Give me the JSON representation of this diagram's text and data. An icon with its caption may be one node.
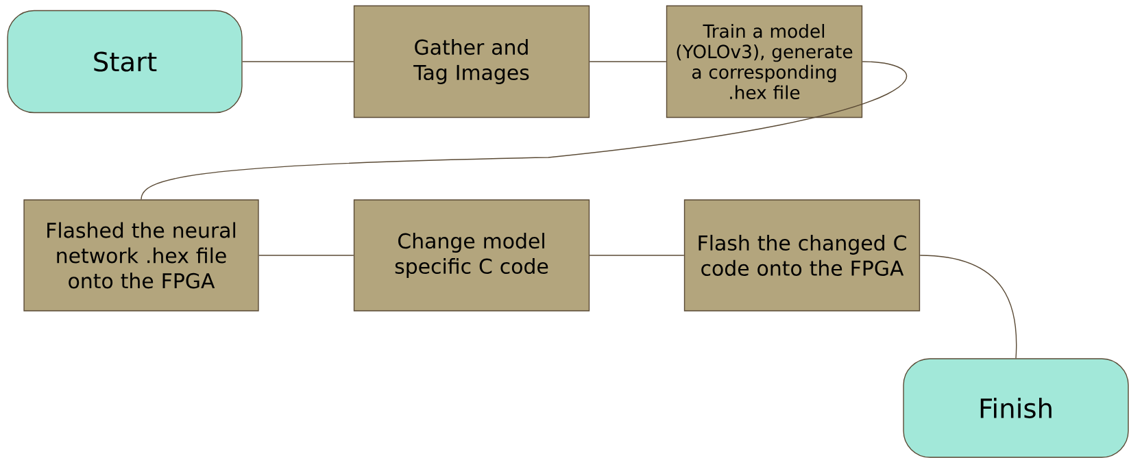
{
  "diagram": {
    "nodes": [
      {
        "text": [
          "Start"
        ]
      },
      {
        "text": [
          "Gather and Tag Images"
        ]
      },
      {
        "text": [
          "Train a model (YOLOv3), generate a corresponding .hex file"
        ]
      },
      {
        "text": [
          "Flashed the neural network .hex file onto the FPGA"
        ]
      },
      {
        "text": [
          "Change model specific C code"
        ]
      },
      {
        "text": [
          "Flash the changed C code onto the FPGA"
        ]
      },
      {
        "text": [
          "Finish"
        ]
      }
    ],
    "edges": [
      {
        "from": 0,
        "to": 1,
        "arrow": "none"
      },
      {
        "from": 1,
        "to": 2,
        "arrow": "none"
      },
      {
        "from": 2,
        "to": 3,
        "arrow": "none"
      },
      {
        "from": 3,
        "to": 4,
        "arrow": "none"
      },
      {
        "from": 4,
        "to": 5,
        "arrow": "none"
      },
      {
        "from": 5,
        "to": 6,
        "arrow": "none"
      }
    ]
  }
}
